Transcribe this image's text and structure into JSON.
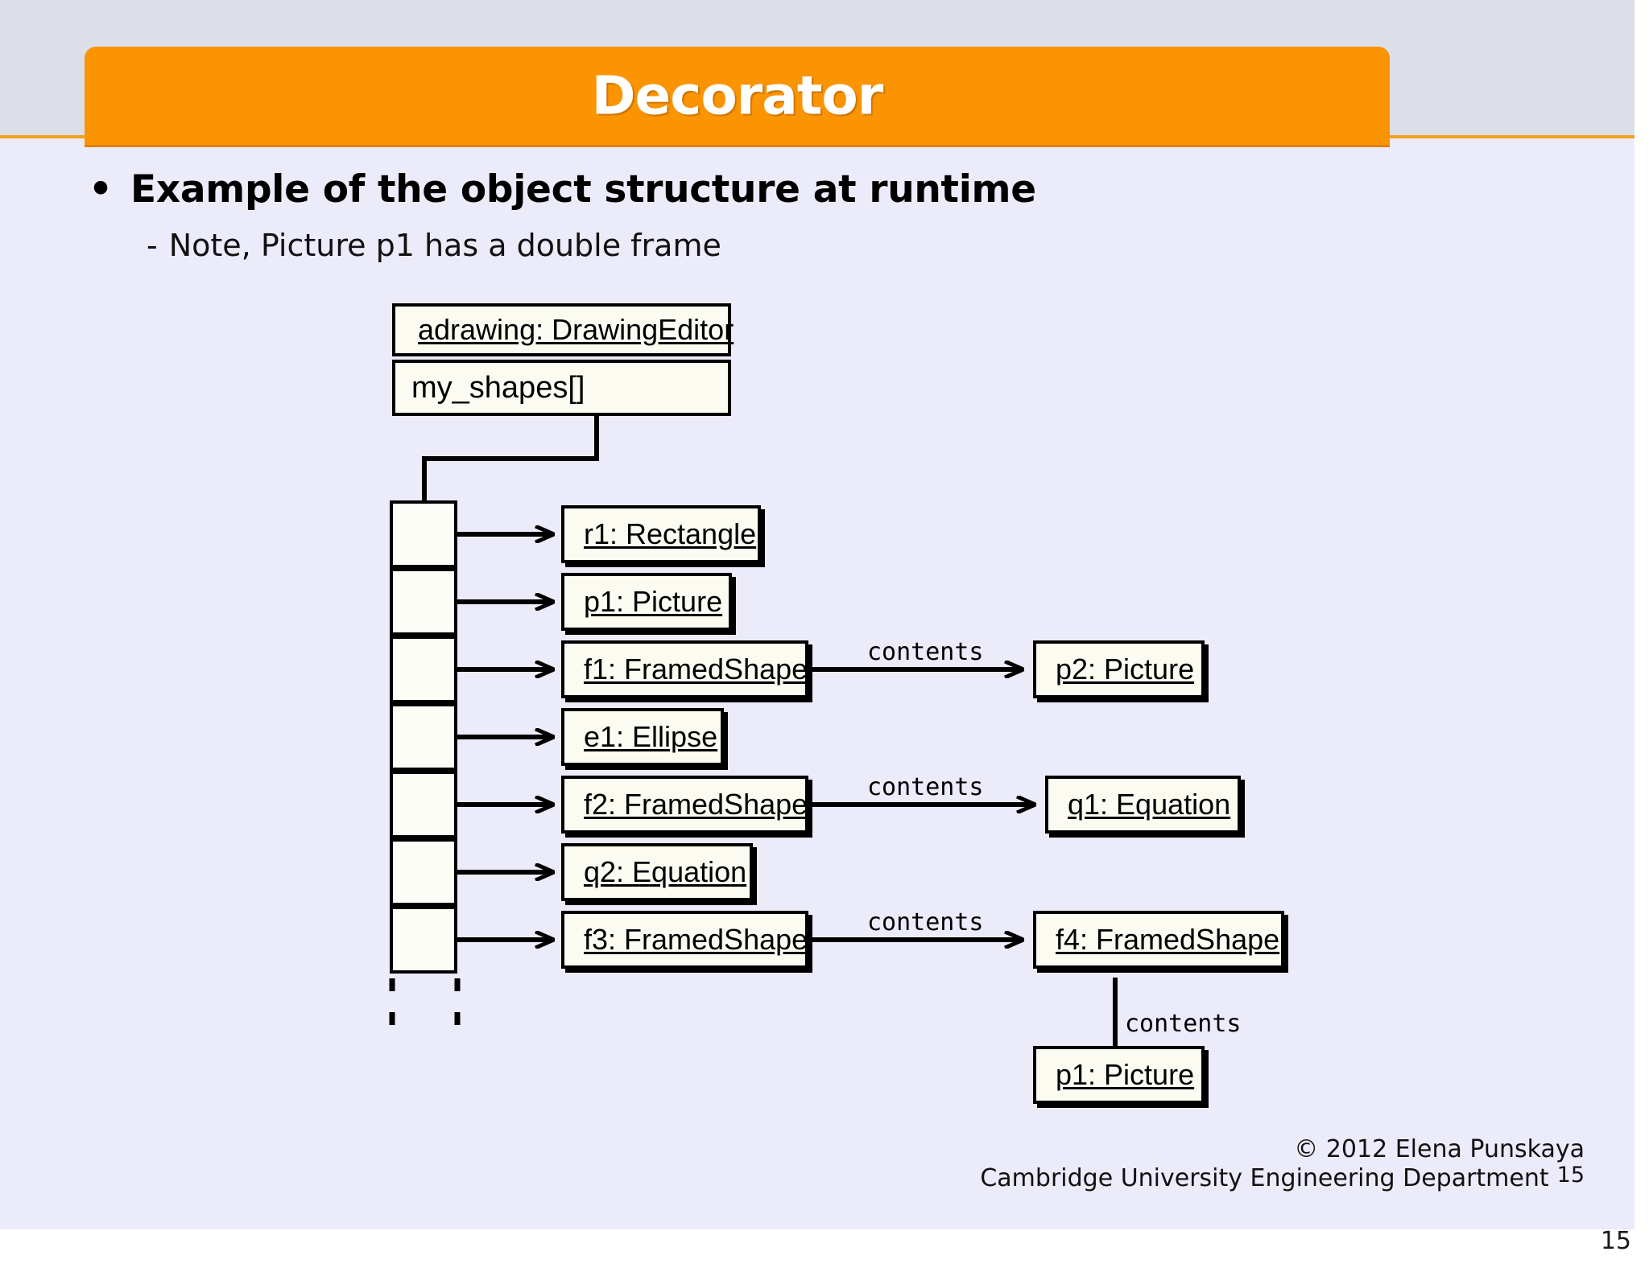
{
  "slide": {
    "title": "Decorator",
    "bullet_marker": "•",
    "bullet_text": "Example of the object structure at runtime",
    "sub_marker": "-",
    "sub_text": "Note, Picture p1 has a double frame",
    "background_color": "#ebebfa",
    "title_bar_color": "#fb9403",
    "title_band_color": "#dcdfe8"
  },
  "diagram": {
    "editor": {
      "class_label": "adrawing: DrawingEditor",
      "attribute_label": "my_shapes[]"
    },
    "array": {
      "cell_count": 7,
      "continuation": "dashed"
    },
    "objects": [
      {
        "label": "r1: Rectangle"
      },
      {
        "label": "p1: Picture"
      },
      {
        "label": "f1: FramedShape"
      },
      {
        "label": "e1: Ellipse"
      },
      {
        "label": "f2: FramedShape"
      },
      {
        "label": "q2: Equation"
      },
      {
        "label": "f3: FramedShape"
      }
    ],
    "contents_objects": [
      {
        "label": "p2: Picture"
      },
      {
        "label": "q1: Equation"
      },
      {
        "label": "f4: FramedShape"
      },
      {
        "label": "p1: Picture"
      }
    ],
    "edge_labels": {
      "contents_1": "contents",
      "contents_2": "contents",
      "contents_3": "contents",
      "contents_4": "contents"
    }
  },
  "footer": {
    "copyright": "© 2012 Elena Punskaya",
    "department": "Cambridge University Engineering Department",
    "page_number": "15"
  },
  "page_number_outside": "15"
}
